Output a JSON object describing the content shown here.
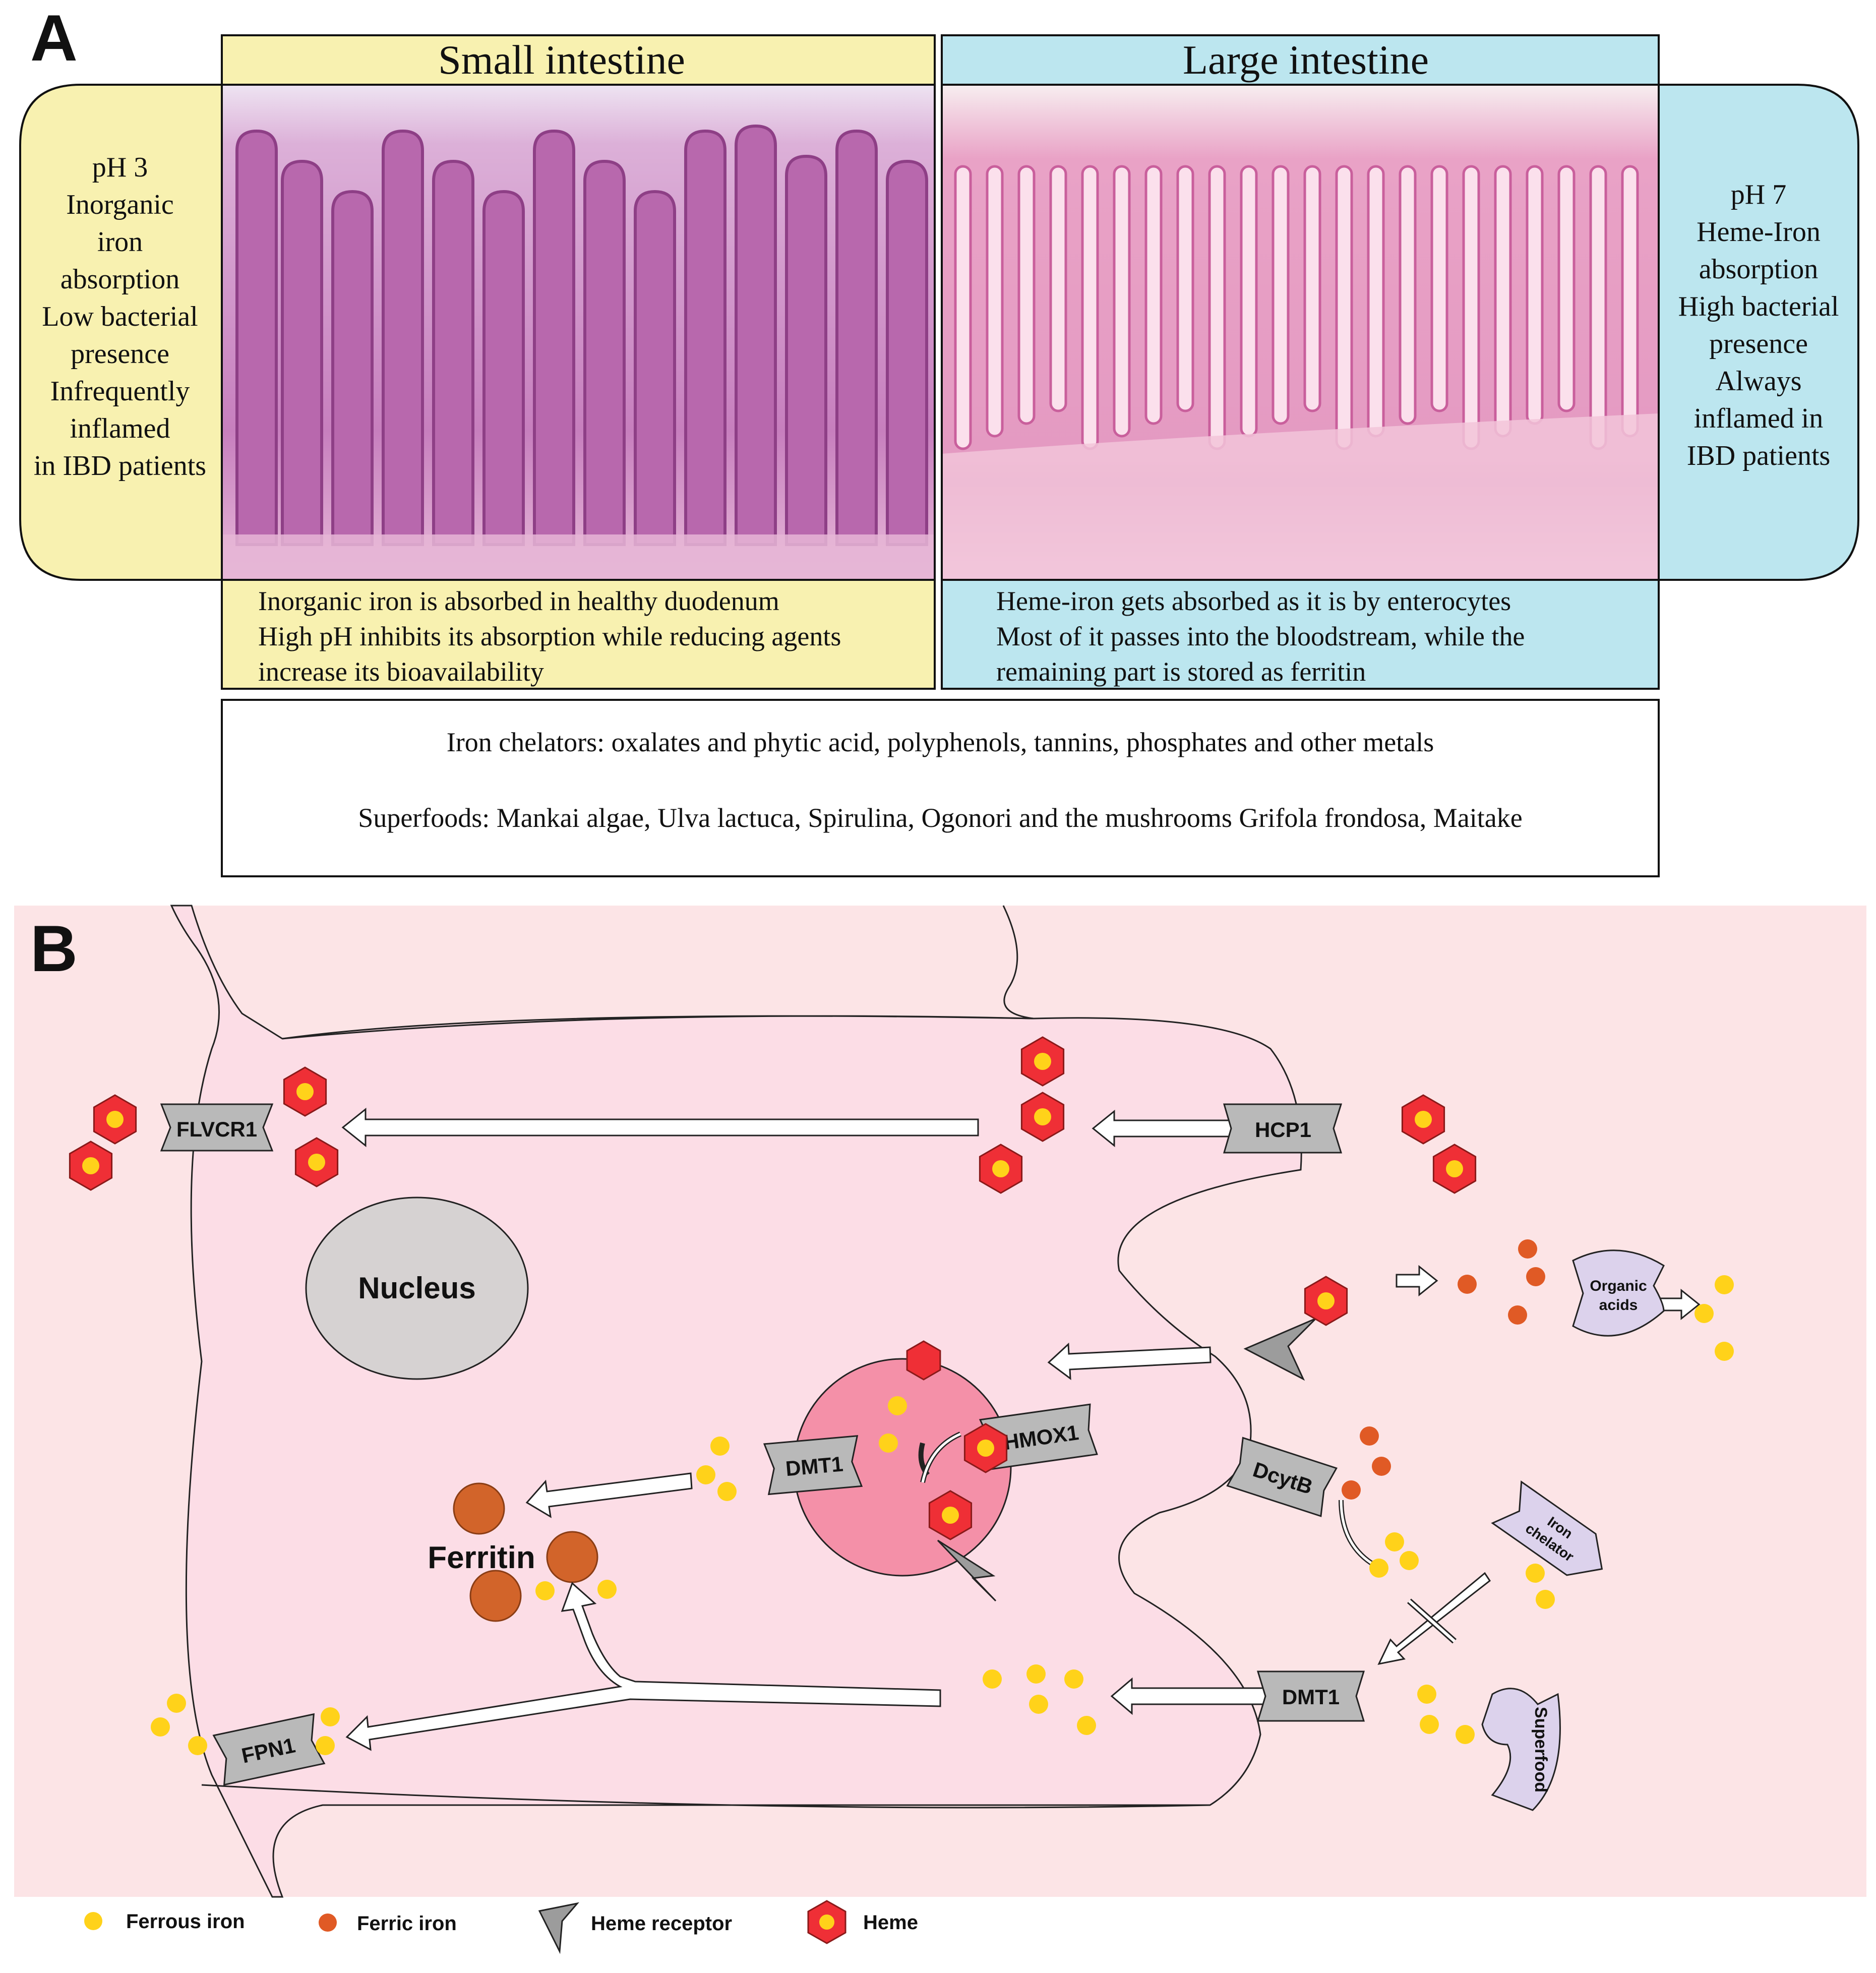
{
  "panel_a": {
    "label": "A",
    "small_intestine": {
      "title": "Small intestine",
      "side_text": [
        "pH 3",
        "Inorganic",
        "iron",
        "absorption",
        "Low bacterial",
        "presence",
        "Infrequently",
        "inflamed",
        "in IBD patients"
      ],
      "bottom_text": [
        "Inorganic iron is absorbed in healthy duodenum",
        "High pH inhibits its absorption while reducing agents",
        "increase its bioavailability"
      ]
    },
    "large_intestine": {
      "title": "Large intestine",
      "side_text": [
        "pH 7",
        "Heme-Iron",
        "absorption",
        "High bacterial",
        "presence",
        "Always",
        "inflamed in",
        "IBD patients"
      ],
      "bottom_text": [
        "Heme-iron gets absorbed as it is by enterocytes",
        "Most of it passes into the bloodstream, while the",
        "remaining part is stored as ferritin"
      ]
    },
    "info_box": {
      "chelators": "Iron chelators: oxalates and phytic acid, polyphenols, tannins, phosphates and other metals",
      "superfoods": "Superfoods: Mankai algae, Ulva lactuca, Spirulina, Ogonori and the mushrooms Grifola frondosa, Maitake"
    }
  },
  "panel_b": {
    "label": "B",
    "nucleus": "Nucleus",
    "ferritin": "Ferritin",
    "transporters": {
      "flvcr1": "FLVCR1",
      "hcp1": "HCP1",
      "dmt1_vesicle": "DMT1",
      "hmox1": "HMOX1",
      "dcytb": "DcytB",
      "dmt1_membrane": "DMT1",
      "fpn1": "FPN1"
    },
    "organic_acids": [
      "Organic",
      "acids"
    ],
    "iron_chelator": [
      "Iron",
      "chelator"
    ],
    "superfood": "Superfood"
  },
  "legend": {
    "ferrous": "Ferrous iron",
    "ferric": "Ferric iron",
    "heme_receptor": "Heme receptor",
    "heme": "Heme"
  },
  "colors": {
    "yellow_box": "#f8f1b0",
    "blue_box": "#bce6ef",
    "cell_fill": "#fcdde6",
    "bg_panel_b": "#fce4e6",
    "vesicle": "#f490a8",
    "ferrous": "#ffd21a",
    "ferric": "#e05a25",
    "heme_hex": "#ef2f36",
    "ferritin": "#d2642a",
    "nucleus": "#d6d2d2",
    "transporter": "#b9b9b9",
    "purple_shape": "#dcd2ec",
    "histology_small": "#d488c6",
    "histology_large": "#f0a8c8"
  },
  "icons": [
    "heme-hexagon-icon",
    "ferrous-dot-icon",
    "ferric-dot-icon",
    "heme-receptor-icon",
    "arrow-icon"
  ]
}
